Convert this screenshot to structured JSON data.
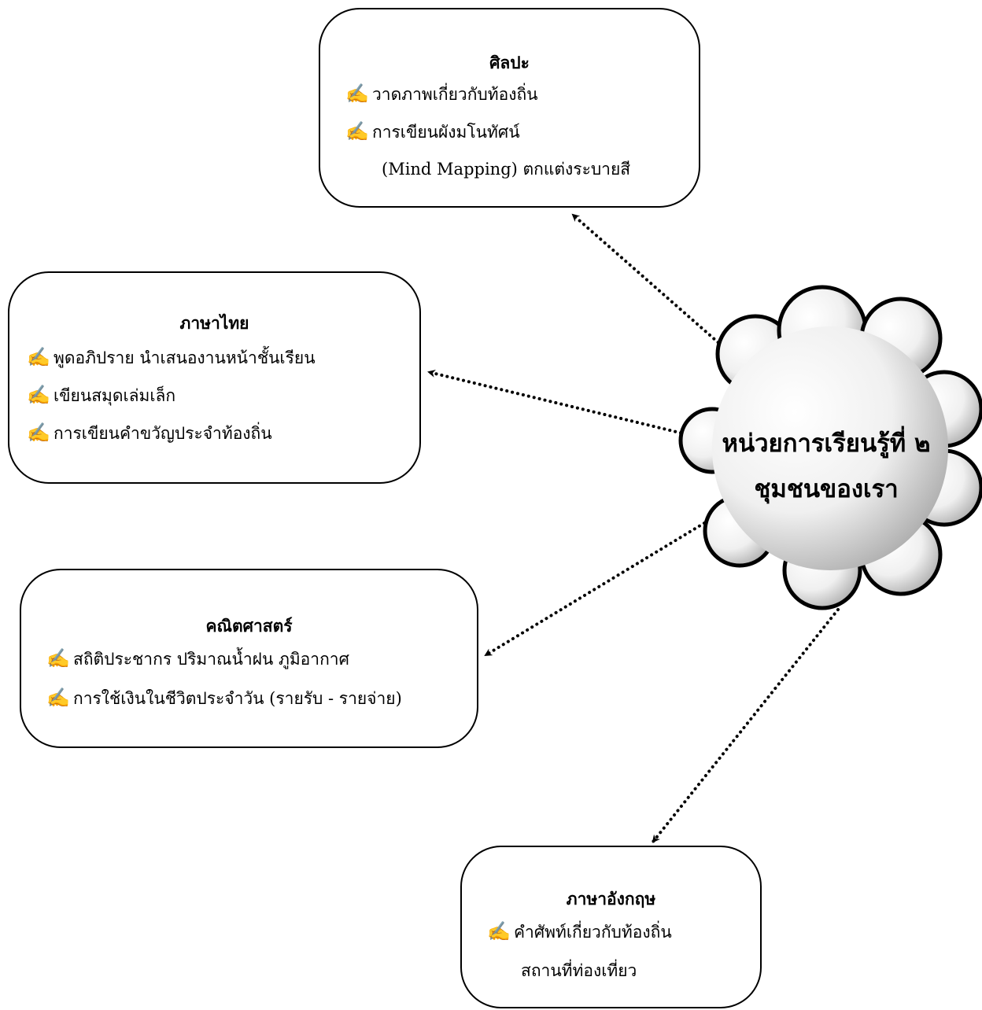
{
  "center": {
    "line1": "หน่วยการเรียนรู้ที่ ๒",
    "line2": "ชุมชนของเรา"
  },
  "bullet_icon": "writing-hand-icon",
  "bullet_glyph": "✍",
  "boxes": {
    "art": {
      "title": "ศิลปะ",
      "items": [
        "วาดภาพเกี่ยวกับท้องถิ่น",
        "การเขียนผังมโนทัศน์",
        "(Mind Mapping) ตกแต่งระบายสี"
      ]
    },
    "thai": {
      "title": "ภาษาไทย",
      "items": [
        "พูดอภิปราย นำเสนองานหน้าชั้นเรียน",
        "เขียนสมุดเล่มเล็ก",
        "การเขียนคำขวัญประจำท้องถิ่น"
      ]
    },
    "math": {
      "title": "คณิตศาสตร์",
      "items": [
        "สถิติประชากร ปริมาณน้ำฝน ภูมิอากาศ",
        "การใช้เงินในชีวิตประจำวัน (รายรับ - รายจ่าย)"
      ]
    },
    "english": {
      "title": "ภาษาอังกฤษ",
      "items": [
        "คำศัพท์เกี่ยวกับท้องถิ่น",
        "สถานที่ท่องเที่ยว"
      ]
    }
  }
}
